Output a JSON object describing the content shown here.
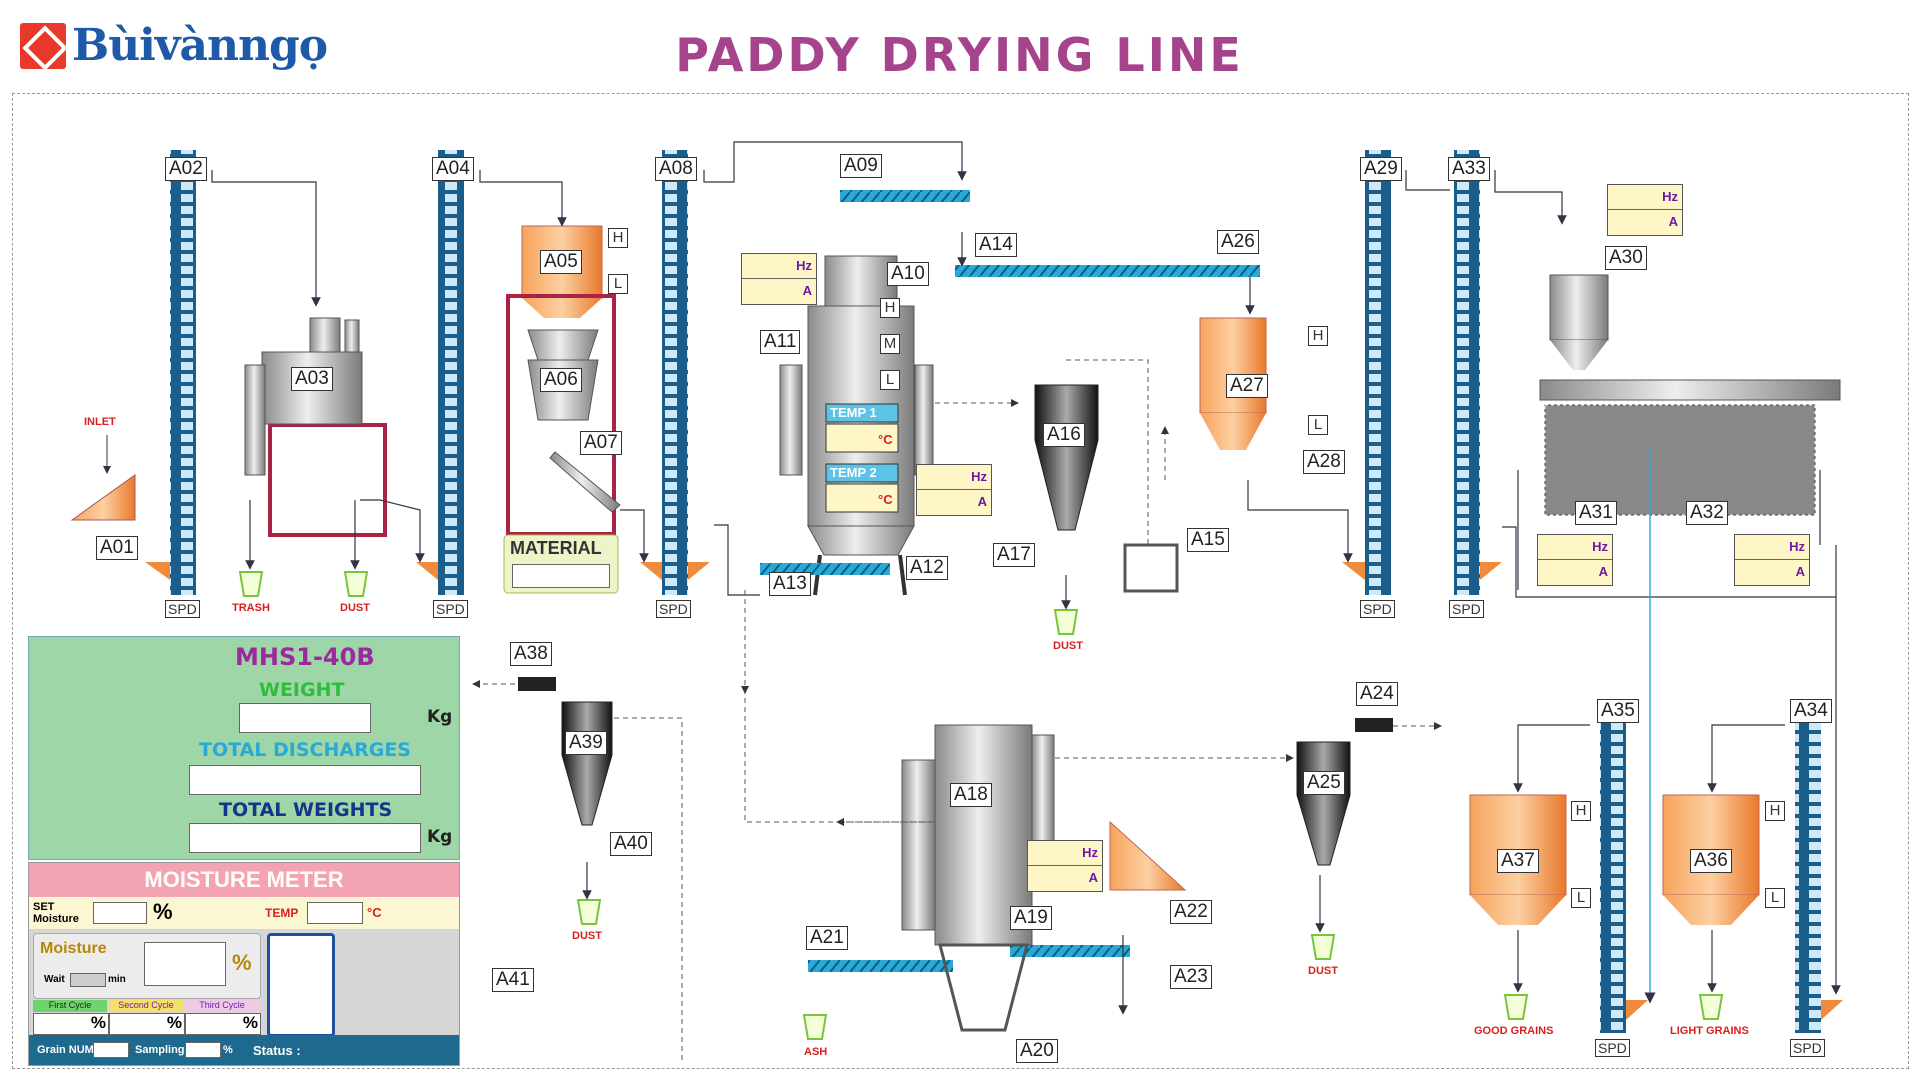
{
  "brand": {
    "name": "Bùivànngọ"
  },
  "title": "PADDY DRYING LINE",
  "tags": {
    "a01": "A01",
    "a02": "A02",
    "a03": "A03",
    "a04": "A04",
    "a05": "A05",
    "a06": "A06",
    "a07": "A07",
    "a08": "A08",
    "a09": "A09",
    "a10": "A10",
    "a11": "A11",
    "a12": "A12",
    "a13": "A13",
    "a14": "A14",
    "a15": "A15",
    "a16": "A16",
    "a17": "A17",
    "a18": "A18",
    "a19": "A19",
    "a20": "A20",
    "a21": "A21",
    "a22": "A22",
    "a23": "A23",
    "a24": "A24",
    "a25": "A25",
    "a26": "A26",
    "a27": "A27",
    "a28": "A28",
    "a29": "A29",
    "a30": "A30",
    "a31": "A31",
    "a32": "A32",
    "a33": "A33",
    "a34": "A34",
    "a35": "A35",
    "a36": "A36",
    "a37": "A37",
    "a38": "A38",
    "a39": "A39",
    "a40": "A40",
    "a41": "A41"
  },
  "spd_label": "SPD",
  "level": {
    "high": "H",
    "mid": "M",
    "low": "L"
  },
  "drive": {
    "hz": "Hz",
    "amp": "A"
  },
  "temps": {
    "temp1": "TEMP 1",
    "temp2": "TEMP 2",
    "unit": "°C"
  },
  "captions": {
    "inlet": "INLET",
    "trash": "TRASH",
    "dust": "DUST",
    "ash": "ASH",
    "good_grains": "GOOD GRAINS",
    "light_grains": "LIGHT GRAINS",
    "material": "MATERIAL"
  },
  "mhs": {
    "model": "MHS1-40B",
    "weight_label": "WEIGHT",
    "weight_unit": "Kg",
    "total_discharges_label": "TOTAL DISCHARGES",
    "total_weights_label": "TOTAL WEIGHTS",
    "total_weights_unit": "Kg"
  },
  "moisture": {
    "title": "MOISTURE METER",
    "set_label": "SET Moisture",
    "percent": "%",
    "temp_label": "TEMP",
    "temp_unit": "°C",
    "moisture_label": "Moisture",
    "wait_label": "Wait",
    "wait_unit": "min",
    "first_cycle": "First Cycle",
    "second_cycle": "Second Cycle",
    "third_cycle": "Third Cycle",
    "grain_num_label": "Grain NUM",
    "sampling_label": "Sampling",
    "status_label": "Status :"
  },
  "colors": {
    "elevator": "#1b5e8c",
    "orange": "#f08a3c",
    "screw": "#2aa9d6",
    "accent_title": "#a5448d"
  }
}
